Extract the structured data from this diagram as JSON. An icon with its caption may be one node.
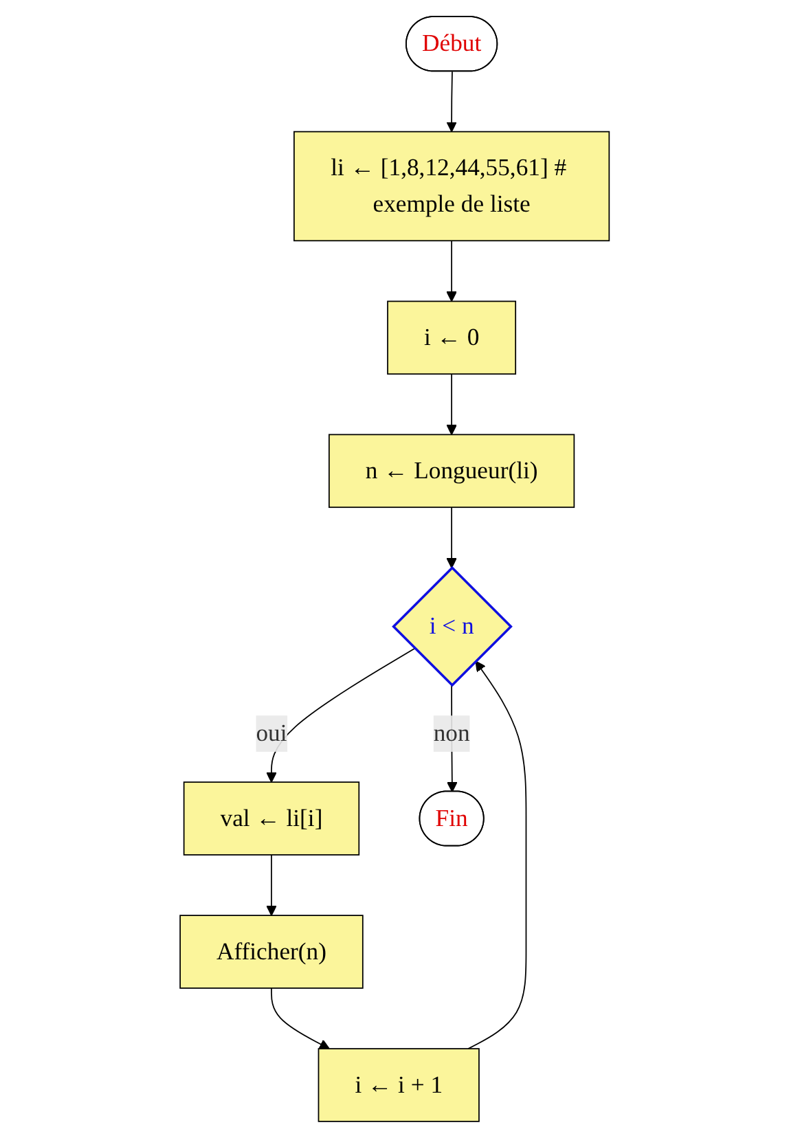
{
  "diagram": {
    "nodes": [
      {
        "text": [
          "Début"
        ]
      },
      {
        "text": [
          "li ← [1,8,12,44,55,61] # exemple de liste"
        ]
      },
      {
        "text": [
          "i ← 0"
        ]
      },
      {
        "text": [
          "n ← Longueur(li)"
        ]
      },
      {
        "text": [
          "i < n"
        ]
      },
      {
        "text": [
          "val ← li[i]"
        ]
      },
      {
        "text": [
          "Afficher(n)"
        ]
      },
      {
        "text": [
          "i ← i + 1"
        ]
      },
      {
        "text": [
          "Fin"
        ]
      }
    ],
    "edges": [
      {
        "from": 0,
        "to": 1,
        "arrow": "to"
      },
      {
        "from": 1,
        "to": 2,
        "arrow": "to"
      },
      {
        "from": 2,
        "to": 3,
        "arrow": "to"
      },
      {
        "from": 3,
        "to": 4,
        "arrow": "to"
      },
      {
        "from": 4,
        "to": 8,
        "arrow": "to",
        "label": "non"
      },
      {
        "from": 4,
        "to": 5,
        "arrow": "to",
        "label": "oui"
      },
      {
        "from": 5,
        "to": 6,
        "arrow": "to"
      },
      {
        "from": 6,
        "to": 7,
        "arrow": "to"
      },
      {
        "from": 7,
        "to": 4,
        "arrow": "to"
      }
    ]
  }
}
